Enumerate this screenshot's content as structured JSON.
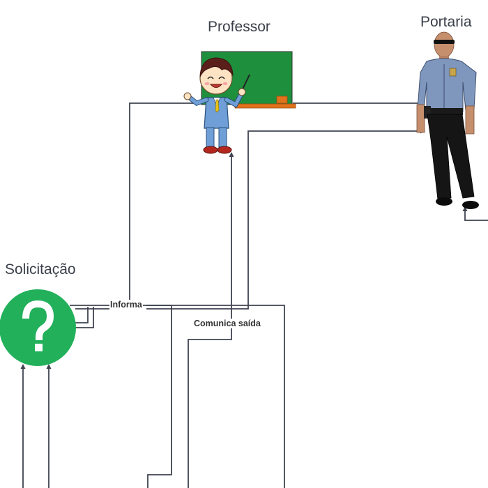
{
  "diagram": {
    "nodes": {
      "professor": {
        "title": "Professor",
        "icon": "teacher-with-chalkboard-icon"
      },
      "portaria": {
        "title": "Portaria",
        "icon": "security-guard-icon"
      },
      "solicitacao": {
        "title": "Solicitação",
        "icon": "question-mark-circle-icon"
      }
    },
    "edges": {
      "informa": "Informa",
      "comunica_saida": "Comunica saída"
    },
    "colors": {
      "line": "#3f4450",
      "question_circle": "#22b05b",
      "chalkboard": "#1e8f3c",
      "chalk_tray": "#e0731c",
      "guard_shirt": "#7f97bd",
      "teacher_suit": "#6f9fd6"
    }
  }
}
